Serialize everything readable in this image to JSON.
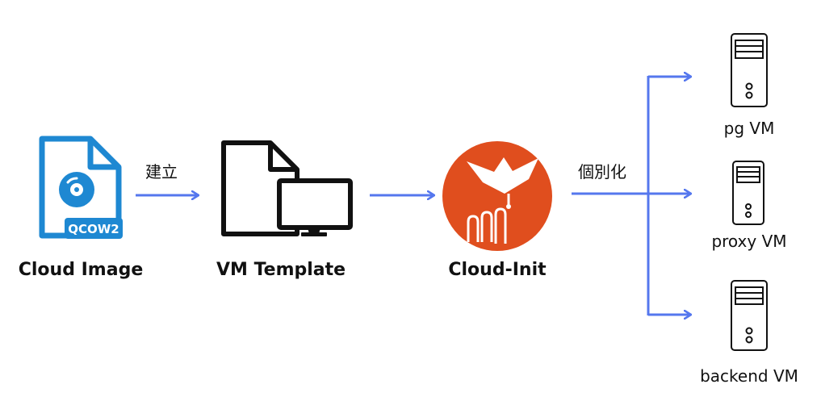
{
  "nodes": {
    "cloud_image": {
      "label": "Cloud Image",
      "badge": "QCOW2",
      "icon": "disk-file-icon"
    },
    "vm_template": {
      "label": "VM Template",
      "icon": "file-monitor-icon"
    },
    "cloud_init": {
      "label": "Cloud-Init",
      "icon": "cloud-init-logo"
    },
    "servers": [
      {
        "label": "pg VM",
        "icon": "server-icon"
      },
      {
        "label": "proxy VM",
        "icon": "server-icon"
      },
      {
        "label": "backend VM",
        "icon": "server-icon"
      }
    ]
  },
  "edges": {
    "create_label": "建立",
    "personalize_label": "個別化"
  },
  "colors": {
    "arrow": "#5577ee",
    "image_blue": "#1e88d2",
    "cloud_init_orange": "#e04e1e",
    "ink": "#111111"
  }
}
